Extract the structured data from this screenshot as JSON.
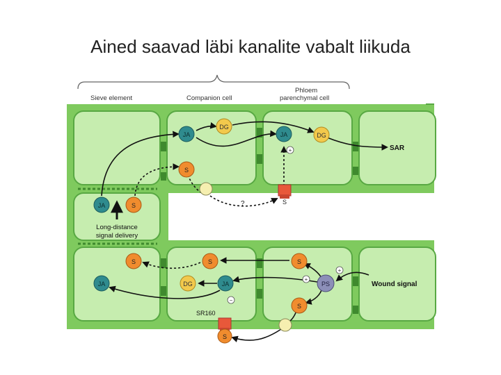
{
  "slide": {
    "title": "Ained saavad läbi kanalite vabalt liikuda"
  },
  "diagram": {
    "region_labels": {
      "sieve_element": "Sieve element",
      "companion_cell": "Companion cell",
      "phloem_parenchymal_line1": "Phloem",
      "phloem_parenchymal_line2": "parenchymal cell"
    },
    "nodes": {
      "ja": "JA",
      "dg": "DG",
      "s": "S",
      "ps": "PS"
    },
    "signs": {
      "plus": "+",
      "minus": "−",
      "question": "?"
    },
    "labels": {
      "sar": "SAR",
      "long_distance_line1": "Long-distance",
      "long_distance_line2": "signal delivery",
      "wound_signal": "Wound signal",
      "sr160": "SR160"
    },
    "colors": {
      "cell_fill": "#8ed46c",
      "cell_inner": "#c9efb3",
      "cell_border": "#4f9e3a",
      "ja_fill": "#2f8b8e",
      "dg_fill": "#f2c94c",
      "s_fill": "#f08c2e",
      "ps_fill": "#8c8fb8",
      "receptor_fill": "#e8583a",
      "vesicle_fill": "#f6efb0"
    }
  }
}
